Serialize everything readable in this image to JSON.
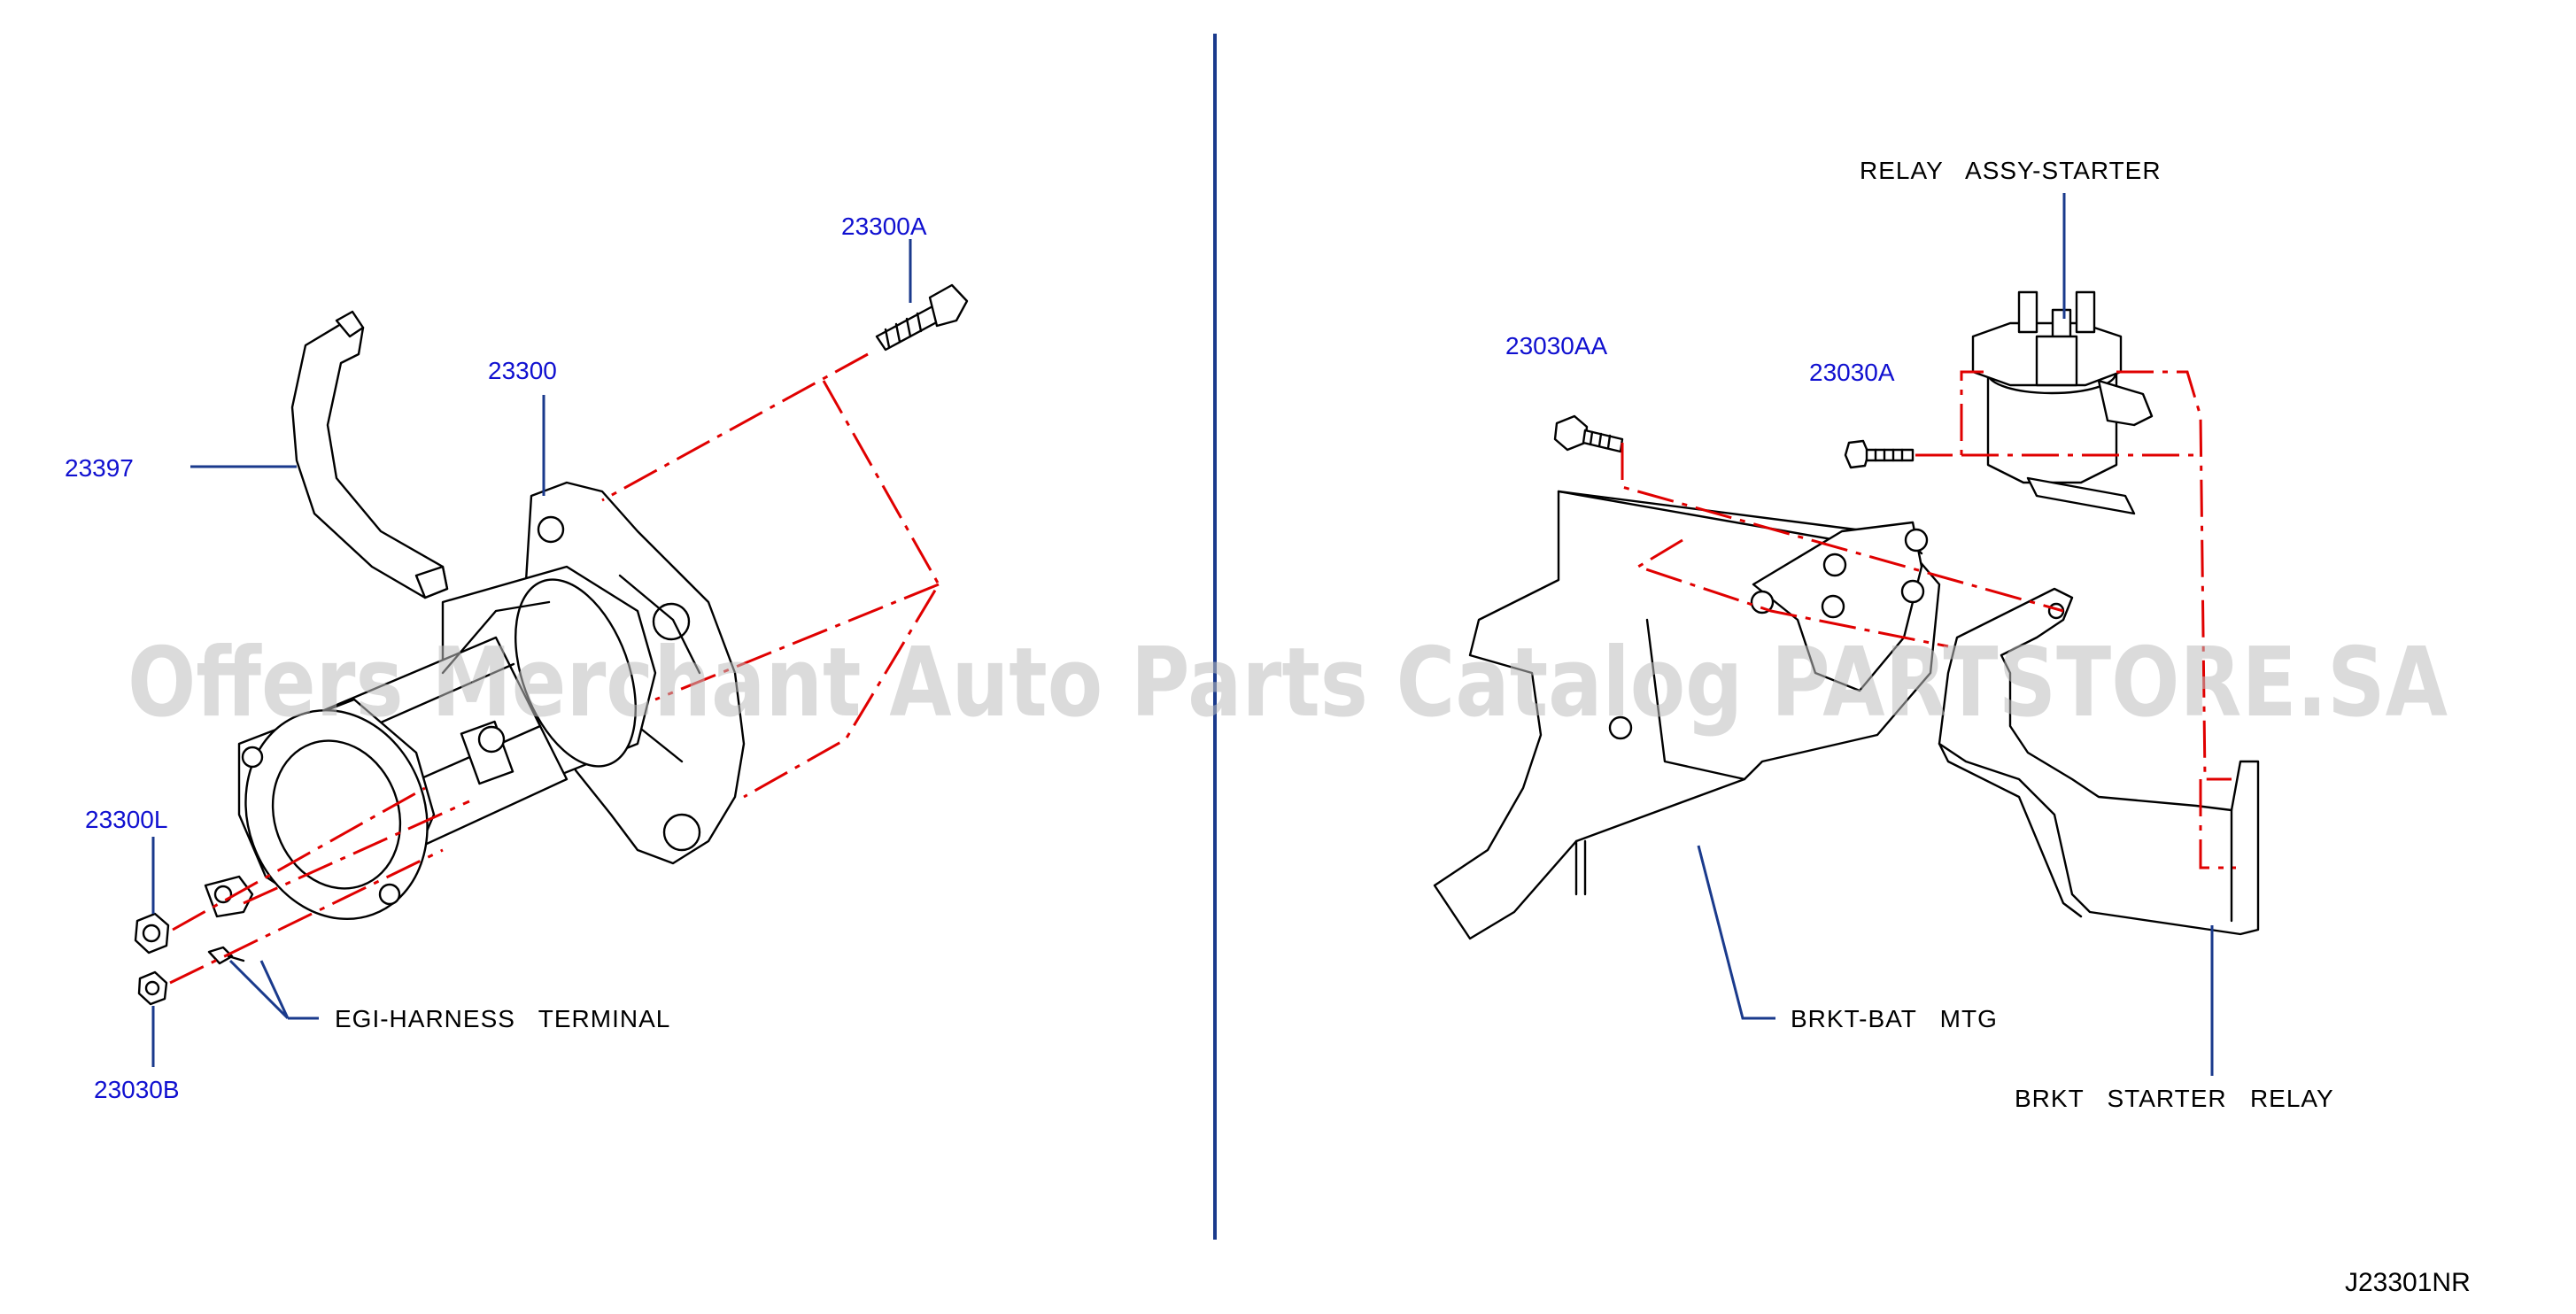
{
  "diagram_code": "J23301NR",
  "watermark": "Offers Merchant Auto Parts Catalog PARTSTORE.SA",
  "colors": {
    "part_number": "#1010d0",
    "leader": "#1a3a8c",
    "phantom": "#e00000",
    "divider": "#1a3a8c"
  },
  "left_panel": {
    "labels": {
      "p23300A": "23300A",
      "p23300": "23300",
      "p23397": "23397",
      "p23300L": "23300L",
      "p23030B": "23030B",
      "egi_harness": "EGI-HARNESS   TERMINAL"
    }
  },
  "right_panel": {
    "labels": {
      "relay_assy": "RELAY   ASSY-STARTER",
      "p23030AA": "23030AA",
      "p23030A": "23030A",
      "brkt_bat": "BRKT-BAT   MTG",
      "brkt_starter_relay": "BRKT   STARTER   RELAY"
    }
  }
}
